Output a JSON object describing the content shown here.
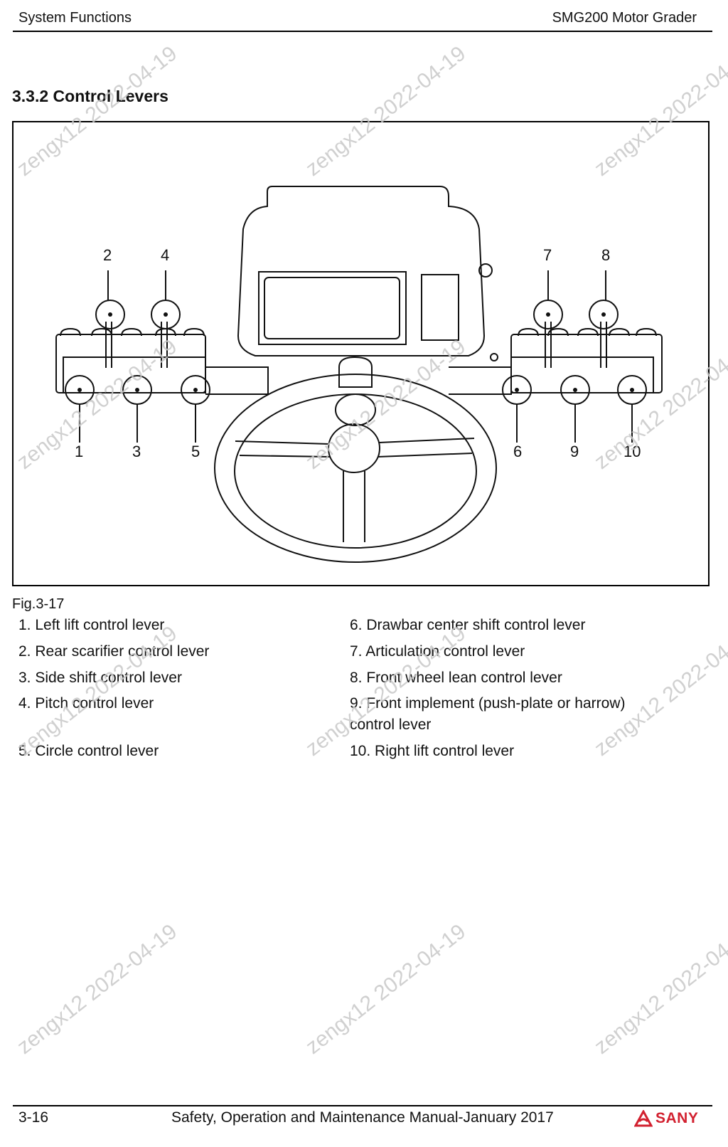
{
  "header": {
    "section": "System Functions",
    "product": "SMG200 Motor Grader"
  },
  "section_title": "3.3.2 Control Levers",
  "figure": {
    "caption": "Fig.3-17",
    "callouts_top_left": [
      "2",
      "4"
    ],
    "callouts_top_right": [
      "7",
      "8"
    ],
    "callouts_bottom_left": [
      "1",
      "3",
      "5"
    ],
    "callouts_bottom_right": [
      "6",
      "9",
      "10"
    ]
  },
  "legend": {
    "left": [
      "1. Left lift control lever",
      "2. Rear scarifier control lever",
      "3. Side shift control lever",
      "4. Pitch control lever",
      "5. Circle control lever"
    ],
    "right": [
      "6. Drawbar center shift control lever",
      "7. Articulation control lever",
      "8. Front wheel lean control lever",
      "9. Front implement (push-plate or harrow) control lever",
      "10. Right lift control lever"
    ]
  },
  "watermark": "zengx12 2022-04-19",
  "footer": {
    "page": "3-16",
    "title": "Safety, Operation and Maintenance Manual-January 2017",
    "brand": "SANY"
  },
  "colors": {
    "brand_red": "#d2202f",
    "watermark": "#c8c8c8"
  }
}
